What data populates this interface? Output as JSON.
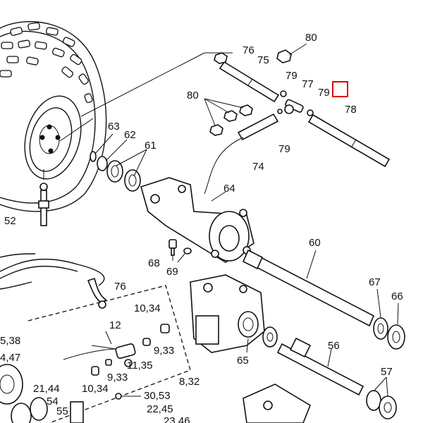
{
  "callouts": [
    {
      "id": "c80a",
      "text": "80"
    },
    {
      "id": "c76a",
      "text": "76"
    },
    {
      "id": "c75",
      "text": "75"
    },
    {
      "id": "c79a",
      "text": "79"
    },
    {
      "id": "c77",
      "text": "77"
    },
    {
      "id": "c79b",
      "text": "79"
    },
    {
      "id": "c78",
      "text": "78"
    },
    {
      "id": "c80b",
      "text": "80"
    },
    {
      "id": "c63",
      "text": "63"
    },
    {
      "id": "c62",
      "text": "62"
    },
    {
      "id": "c61",
      "text": "61"
    },
    {
      "id": "c79c",
      "text": "79"
    },
    {
      "id": "c74",
      "text": "74"
    },
    {
      "id": "c64",
      "text": "64"
    },
    {
      "id": "c52",
      "text": "52"
    },
    {
      "id": "c60",
      "text": "60"
    },
    {
      "id": "c68",
      "text": "68"
    },
    {
      "id": "c69",
      "text": "69"
    },
    {
      "id": "c76b",
      "text": "76"
    },
    {
      "id": "c67",
      "text": "67"
    },
    {
      "id": "c66",
      "text": "66"
    },
    {
      "id": "c1034a",
      "text": "10,34"
    },
    {
      "id": "c12",
      "text": "12"
    },
    {
      "id": "c933a",
      "text": "9,33"
    },
    {
      "id": "c1135",
      "text": "11,35"
    },
    {
      "id": "c933b",
      "text": "9,33"
    },
    {
      "id": "c832",
      "text": "8,32"
    },
    {
      "id": "c1034b",
      "text": "10,34"
    },
    {
      "id": "c65",
      "text": "65"
    },
    {
      "id": "c56",
      "text": "56"
    },
    {
      "id": "c57",
      "text": "57"
    },
    {
      "id": "c538",
      "text": "5,38"
    },
    {
      "id": "c447",
      "text": "4,47"
    },
    {
      "id": "c2144",
      "text": "21,44"
    },
    {
      "id": "c54",
      "text": "54"
    },
    {
      "id": "c55",
      "text": "55"
    },
    {
      "id": "c3053",
      "text": "30,53"
    },
    {
      "id": "c2245",
      "text": "22,45"
    },
    {
      "id": "c2346",
      "text": "23,46"
    }
  ]
}
